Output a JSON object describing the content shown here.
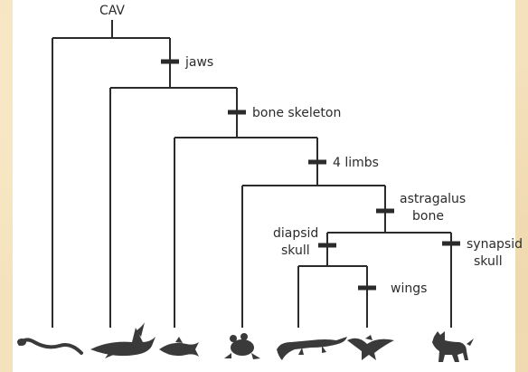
{
  "diagram": {
    "root_label": "CAV",
    "traits": {
      "jaws": "jaws",
      "bone_skeleton": "bone skeleton",
      "four_limbs": "4 limbs",
      "astragalus_line1": "astragalus",
      "astragalus_line2": "bone",
      "diapsid_line1": "diapsid",
      "diapsid_line2": "skull",
      "synapsid_line1": "synapsid",
      "synapsid_line2": "skull",
      "wings": "wings"
    },
    "taxa_icons": [
      "lamprey-icon",
      "shark-icon",
      "tuna-icon",
      "frog-icon",
      "crocodile-icon",
      "eagle-icon",
      "dog-icon"
    ],
    "colors": {
      "line": "#2b2b2b",
      "silhouette": "#3a3a3a",
      "panel": "#ffffff",
      "background": "#f4e2bd"
    }
  }
}
